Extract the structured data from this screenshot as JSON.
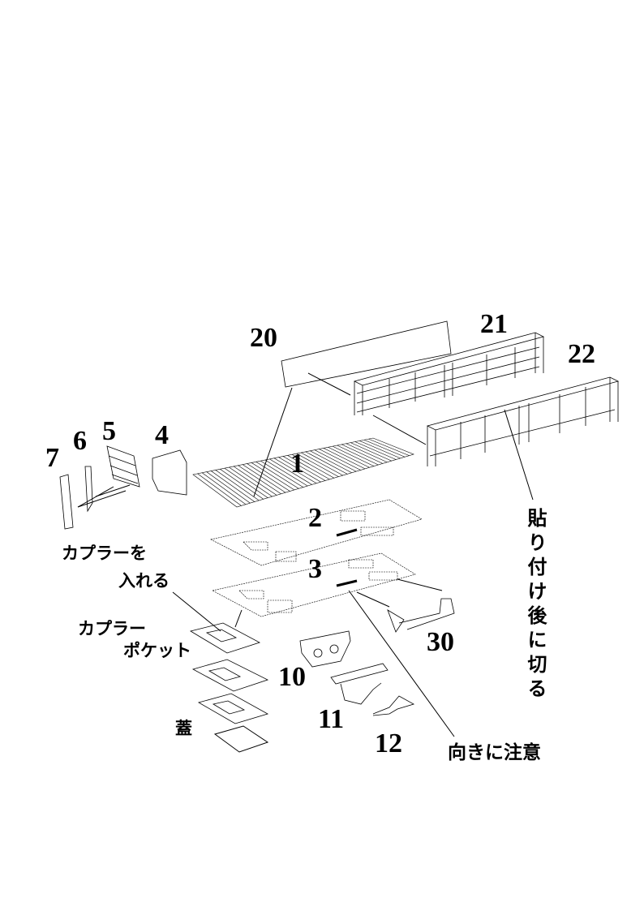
{
  "part_numbers": {
    "p20": "20",
    "p21": "21",
    "p22": "22",
    "p7": "7",
    "p6": "6",
    "p5": "5",
    "p4": "4",
    "p1": "1",
    "p2": "2",
    "p3": "3",
    "p30": "30",
    "p10": "10",
    "p11": "11",
    "p12": "12"
  },
  "labels": {
    "insert_coupler_line1": "カプラーを",
    "insert_coupler_line2": "入れる",
    "coupler_pocket_line1": "カプラー",
    "coupler_pocket_line2": "ポケット",
    "lid": "蓋",
    "cut_after_gluing": "貼り付け後に切る",
    "mind_orientation": "向きに注意"
  }
}
